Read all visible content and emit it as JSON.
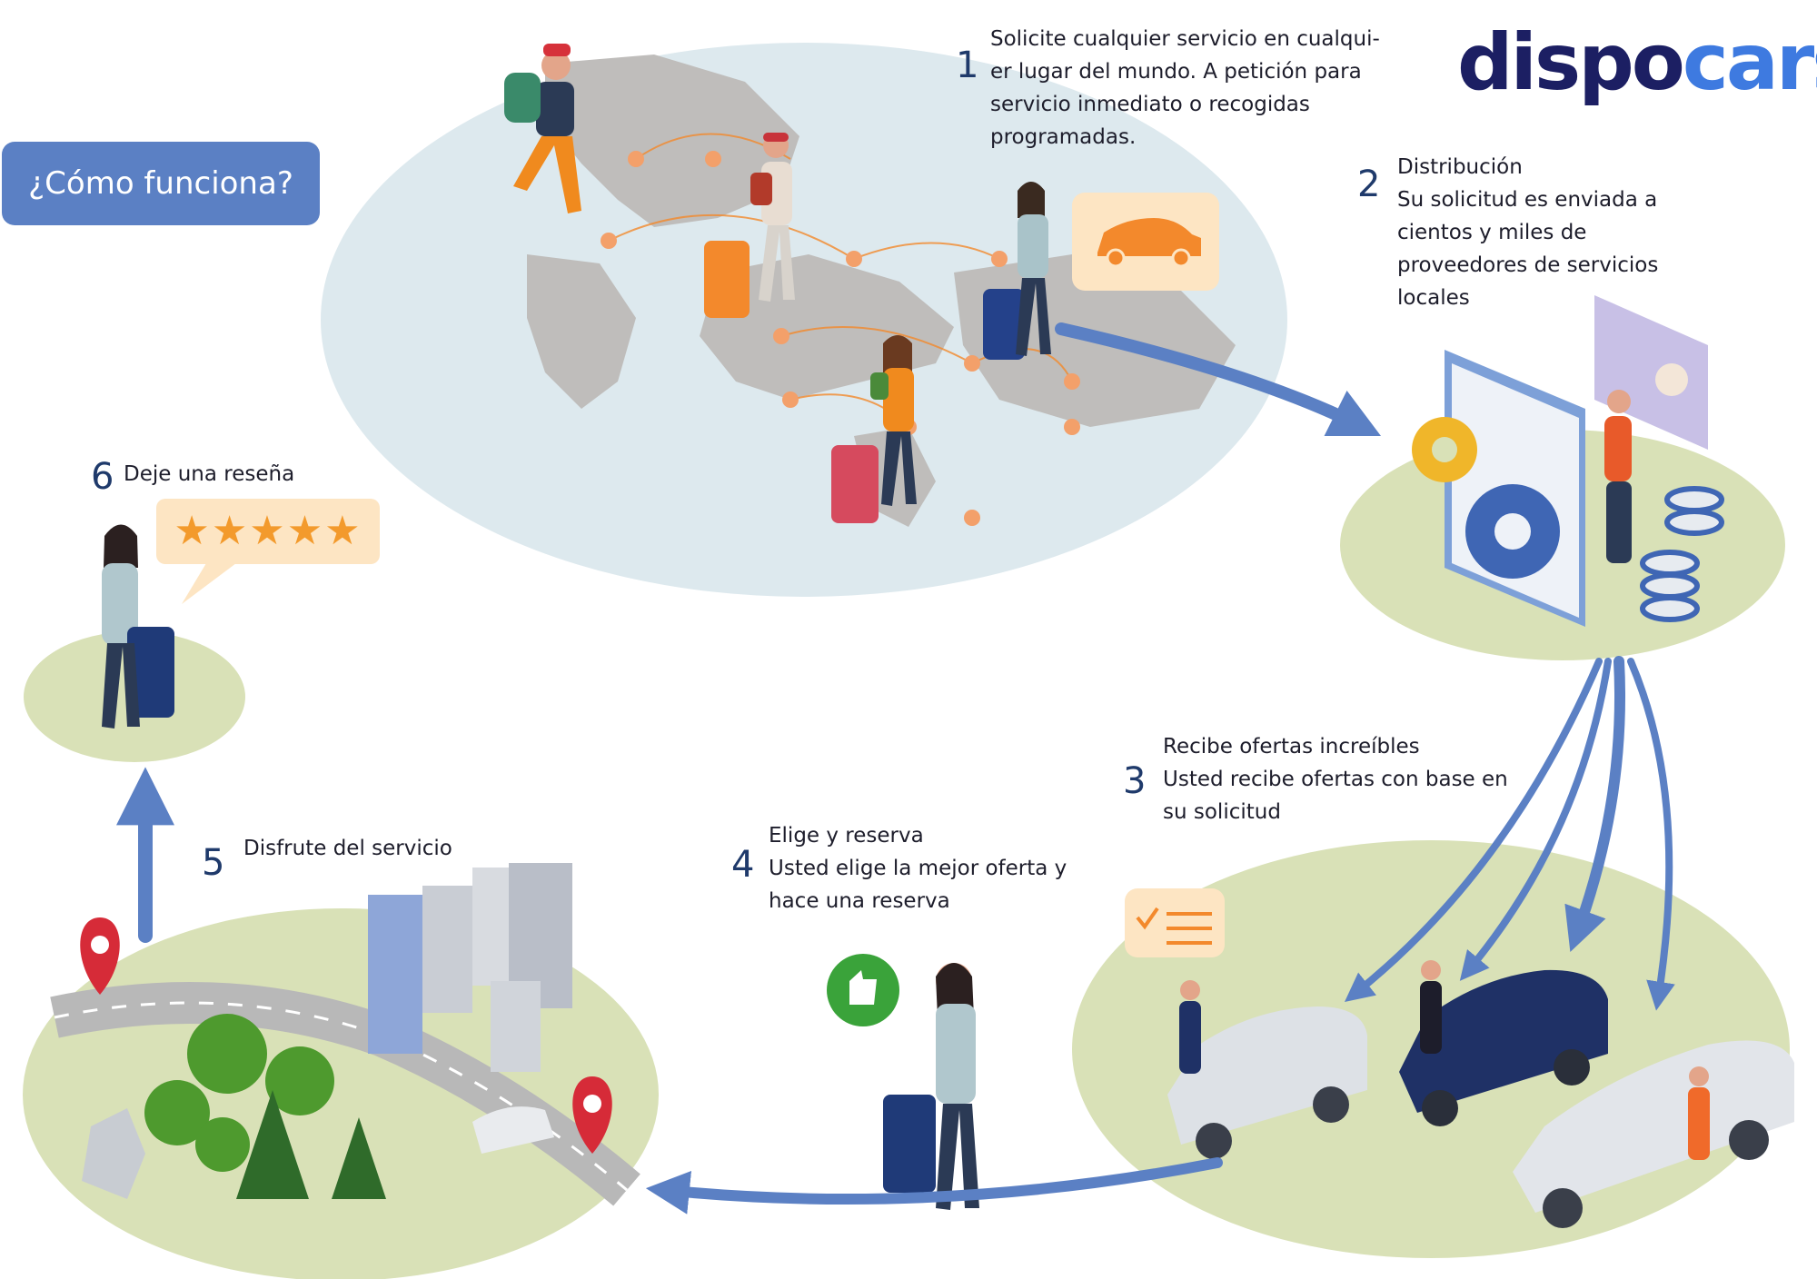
{
  "header": {
    "title": "¿Cómo funciona?",
    "logo_part1": "dispo",
    "logo_part2": "cars",
    "logo_color1": "#1c1f63",
    "logo_color2": "#3e7ae0"
  },
  "colors": {
    "arrow": "#5b80c4",
    "platform_blue": "#dde9ee",
    "platform_green": "#d9e1b7",
    "bubble": "#fde5c3",
    "accent_orange": "#f3892c"
  },
  "steps": [
    {
      "number": "1",
      "lines": [
        "Solicite cualquier servicio en cualqui-",
        "er lugar del mundo. A petición para",
        "servicio inmediato o recogidas",
        "programadas."
      ]
    },
    {
      "number": "2",
      "lines": [
        "Distribución",
        "Su solicitud es enviada a",
        "cientos y miles de",
        "proveedores de servicios",
        "locales"
      ]
    },
    {
      "number": "3",
      "lines": [
        "Recibe ofertas increíbles",
        "Usted recibe ofertas con base en",
        "su solicitud"
      ]
    },
    {
      "number": "4",
      "lines": [
        "Elige y reserva",
        "Usted elige la mejor oferta y",
        "hace una reserva"
      ]
    },
    {
      "number": "5",
      "lines": [
        "Disfrute del servicio"
      ]
    },
    {
      "number": "6",
      "lines": [
        "Deje una reseña"
      ]
    }
  ],
  "review": {
    "stars": "★★★★★",
    "rating": 5,
    "max": 5
  }
}
